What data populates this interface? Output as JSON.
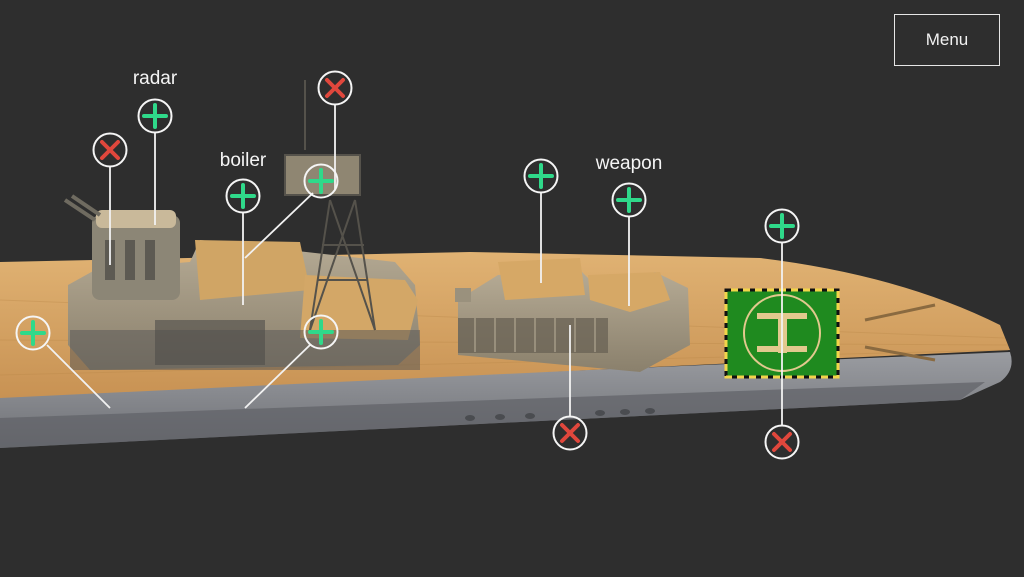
{
  "menu": {
    "label": "Menu"
  },
  "labels": {
    "radar": "radar",
    "boiler": "boiler",
    "weapon": "weapon"
  },
  "icons": {
    "add": "plus-icon",
    "remove": "close-icon"
  },
  "colors": {
    "background": "#2e2e2e",
    "add": "#2fd98a",
    "remove": "#e0473c",
    "deck": "#d6a565",
    "hull": "#8d8f94",
    "helipad": "#1f8a1f"
  }
}
